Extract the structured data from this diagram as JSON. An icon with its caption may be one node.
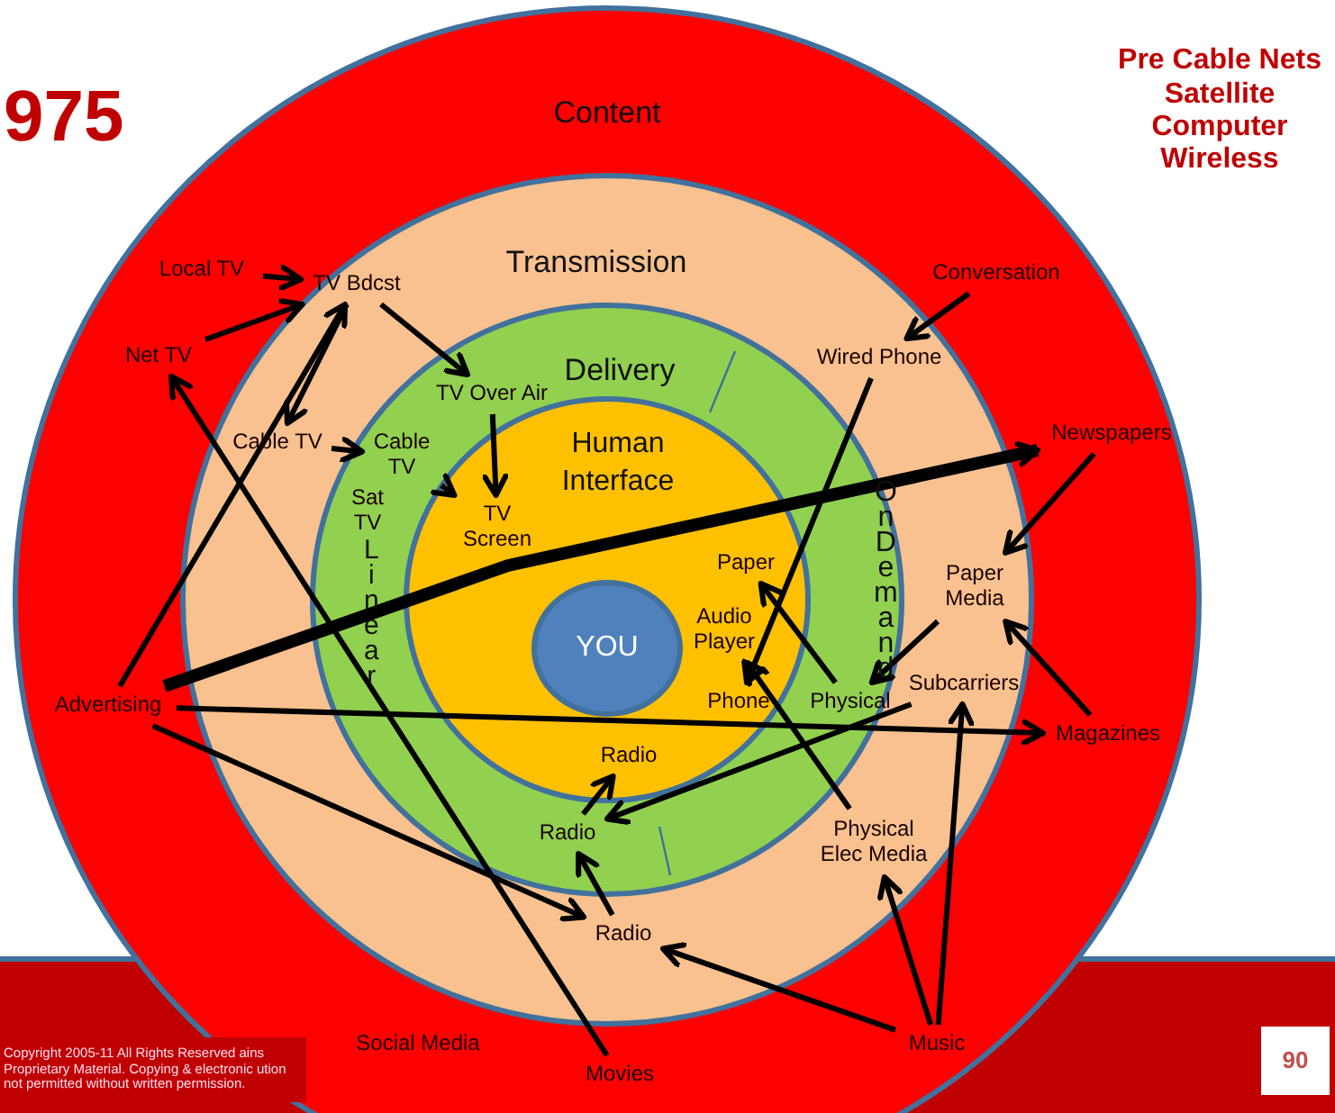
{
  "diagram": {
    "nodes": [
      {
        "text": [
          "Content"
        ]
      },
      {
        "text": [
          "Transmission"
        ],
        "in": 0
      },
      {
        "text": [
          "Delivery"
        ],
        "in": 1
      },
      {
        "text": [
          "Human Interface"
        ],
        "in": 2
      },
      {
        "text": [
          "YOU"
        ],
        "in": 3
      },
      {
        "text": [
          "Local TV"
        ],
        "in": 0
      },
      {
        "text": [
          "Net TV"
        ],
        "in": 0
      },
      {
        "text": [
          "Conversation"
        ],
        "in": 0
      },
      {
        "text": [
          "Newspapers"
        ],
        "in": 0
      },
      {
        "text": [
          "Advertising"
        ],
        "in": 0
      },
      {
        "text": [
          "Magazines"
        ],
        "in": 0
      },
      {
        "text": [
          "Social Media"
        ],
        "in": 0
      },
      {
        "text": [
          "Music"
        ],
        "in": 0
      },
      {
        "text": [
          "Movies"
        ],
        "in": 0
      },
      {
        "text": [
          "TV Bdcst"
        ],
        "in": 1
      },
      {
        "text": [
          "Cable TV"
        ],
        "in": 1
      },
      {
        "text": [
          "Wired Phone"
        ],
        "in": 1
      },
      {
        "text": [
          "Paper Media"
        ],
        "in": 1
      },
      {
        "text": [
          "Subcarriers"
        ],
        "in": 1
      },
      {
        "text": [
          "Physical Elec Media"
        ],
        "in": 1
      },
      {
        "text": [
          "Radio"
        ],
        "in": 1
      },
      {
        "text": [
          "TV Over Air"
        ],
        "in": 2
      },
      {
        "text": [
          "Cable TV"
        ],
        "in": 2
      },
      {
        "text": [
          "Sat TV"
        ],
        "in": 2
      },
      {
        "text": [
          "Physical"
        ],
        "in": 2
      },
      {
        "text": [
          "Radio"
        ],
        "in": 2
      },
      {
        "text": [
          "TV Screen"
        ],
        "in": 3
      },
      {
        "text": [
          "Paper"
        ],
        "in": 3
      },
      {
        "text": [
          "Audio Player"
        ],
        "in": 3
      },
      {
        "text": [
          "Phone"
        ],
        "in": 3
      },
      {
        "text": [
          "Radio"
        ],
        "in": 3
      }
    ],
    "edges": [
      {
        "from": 5,
        "to": 14,
        "arrow": "to"
      },
      {
        "from": 6,
        "to": 14,
        "arrow": "to"
      },
      {
        "from": 14,
        "to": 15,
        "arrow": "to"
      },
      {
        "from": 14,
        "to": 21,
        "arrow": "to"
      },
      {
        "from": 21,
        "to": 26,
        "arrow": "to"
      },
      {
        "from": 15,
        "to": 22,
        "arrow": "to"
      },
      {
        "from": 22,
        "to": 26,
        "arrow": "to"
      },
      {
        "from": 9,
        "to": 14,
        "arrow": "to"
      },
      {
        "from": 13,
        "to": 6,
        "arrow": "to"
      },
      {
        "from": 9,
        "to": 8,
        "arrow": "to",
        "style": "thick"
      },
      {
        "from": 9,
        "to": 10,
        "arrow": "to"
      },
      {
        "from": 9,
        "to": 20,
        "arrow": "to"
      },
      {
        "from": 7,
        "to": 16,
        "arrow": "to"
      },
      {
        "from": 16,
        "to": 29,
        "arrow": "to"
      },
      {
        "from": 8,
        "to": 17,
        "arrow": "to"
      },
      {
        "from": 17,
        "to": 24,
        "arrow": "to"
      },
      {
        "from": 24,
        "to": 27,
        "arrow": "to"
      },
      {
        "from": 10,
        "to": 17,
        "arrow": "to"
      },
      {
        "from": 19,
        "to": 28,
        "arrow": "to"
      },
      {
        "from": 12,
        "to": 19,
        "arrow": "to"
      },
      {
        "from": 12,
        "to": 18,
        "arrow": "to"
      },
      {
        "from": 12,
        "to": 20,
        "arrow": "to"
      },
      {
        "from": 18,
        "to": 25,
        "arrow": "to"
      },
      {
        "from": 20,
        "to": 25,
        "arrow": "to"
      },
      {
        "from": 25,
        "to": 30,
        "arrow": "to"
      }
    ],
    "labels": [
      "975",
      "Pre Cable Nets Satellite Computer Wireless",
      "Linear",
      "OnDemand",
      "Copyright 2005-11 All Rights Reserved ains Proprietary Material. Copying & electronic ution not permitted without written permission.",
      "90"
    ]
  }
}
